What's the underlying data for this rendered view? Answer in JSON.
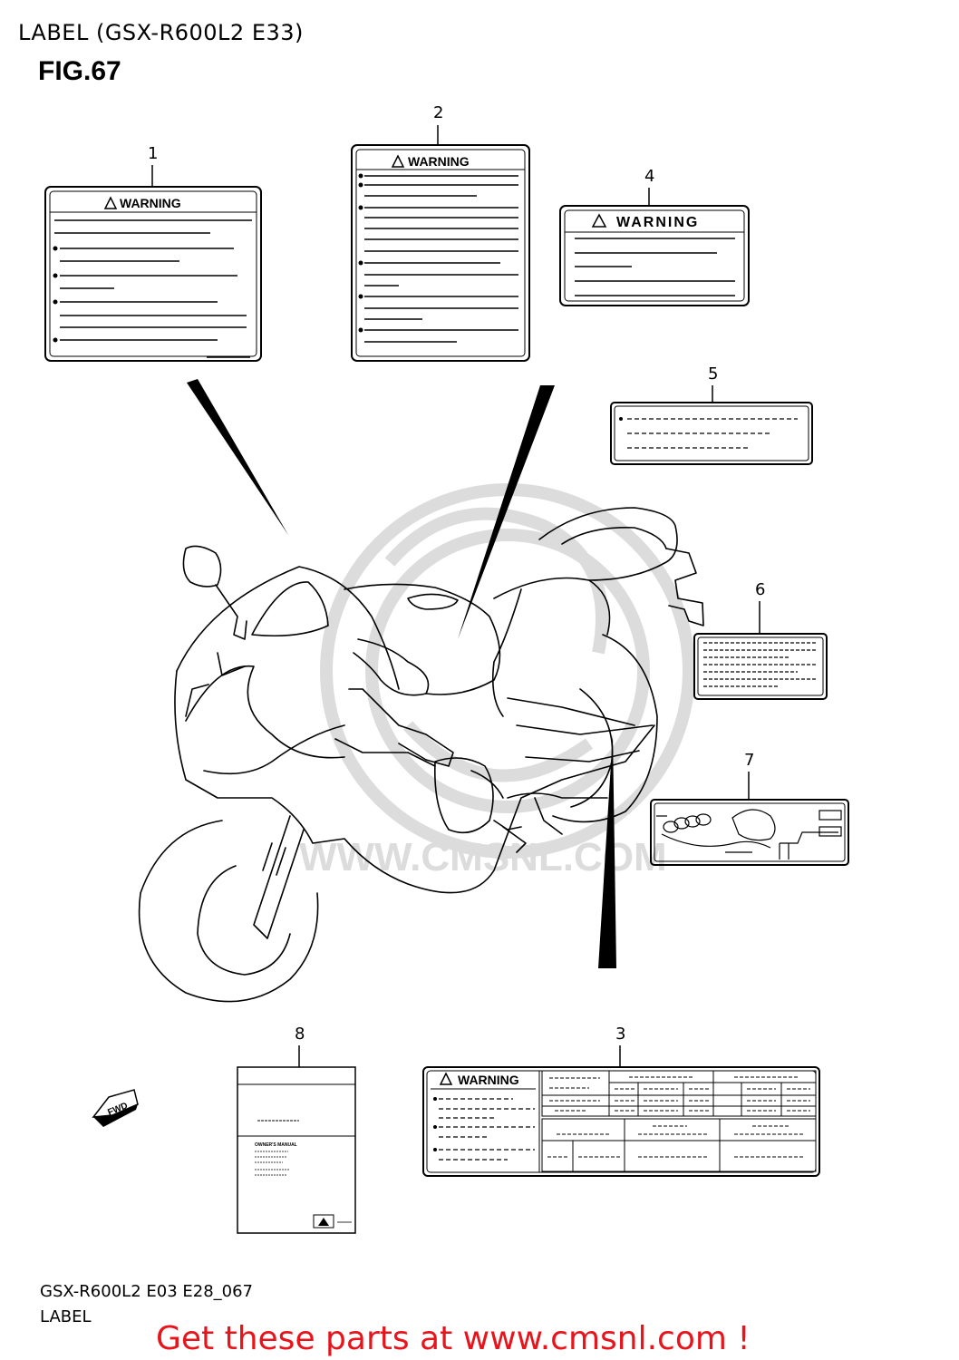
{
  "header": {
    "title": "LABEL (GSX-R600L2 E33)",
    "figure": "FIG.67"
  },
  "callouts": [
    "1",
    "2",
    "3",
    "4",
    "5",
    "6",
    "7",
    "8"
  ],
  "labels": {
    "warning_text": "WARNING",
    "manual_text": "OWNER'S MANUAL",
    "fwd_text": "FWD"
  },
  "watermark": {
    "text": "WWW.CMSNL.COM"
  },
  "footer": {
    "diagram_code": "GSX-R600L2 E03 E28_067",
    "diagram_name": "LABEL",
    "cta": "Get these parts at www.cmsnl.com !"
  },
  "colors": {
    "cta": "#e8141b",
    "watermark": "#dddddd",
    "line": "#000000"
  }
}
